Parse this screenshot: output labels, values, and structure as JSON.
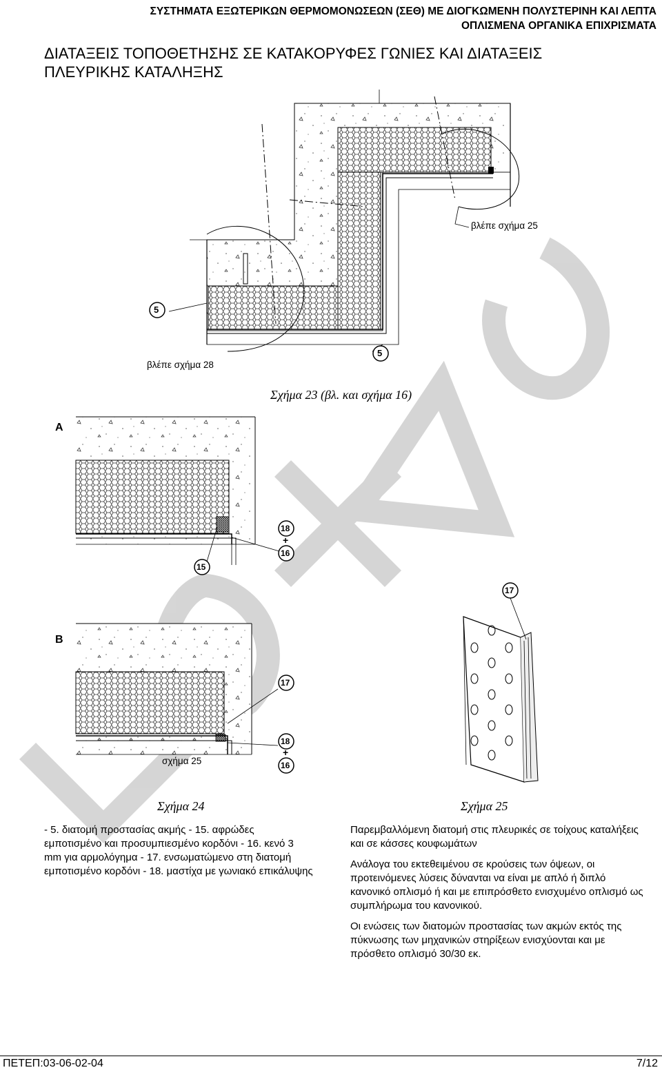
{
  "header": {
    "line1": "ΣΥΣΤΗΜΑΤΑ ΕΞΩΤΕΡΙΚΩΝ ΘΕΡΜΟΜΟΝΩΣΕΩΝ (ΣΕΘ) ΜΕ ΔΙΟΓΚΩΜΕΝΗ ΠΟΛΥΣΤΕΡΙΝΗ ΚΑΙ ΛΕΠΤΑ",
    "line2": "ΟΠΛΙΣΜΕΝΑ ΟΡΓΑΝΙΚΑ ΕΠΙΧΡΙΣΜΑΤΑ"
  },
  "title": {
    "line1": "ΔΙΑΤΑΞΕΙΣ ΤΟΠΟΘΕΤΗΣΗΣ ΣΕ ΚΑΤΑΚΟΡΥΦΕΣ ΓΩΝΙΕΣ ΚΑΙ ΔΙΑΤΑΞΕΙΣ",
    "line2": "ΠΛΕΥΡΙΚΗΣ ΚΑΤΑΛΗΞΗΣ"
  },
  "figure23": {
    "caption": "Σχήμα 23 (βλ. και σχήμα 16)",
    "see25": "βλέπε σχήμα 25",
    "see28": "βλέπε σχήμα 28",
    "marker5": "5"
  },
  "figure24": {
    "labelA": "A",
    "labelB": "B",
    "m18": "18",
    "plus": "+",
    "m16": "16",
    "m15": "15",
    "m17": "17",
    "see25short": "σχήμα 25",
    "caption": "Σχήμα 24"
  },
  "figure25": {
    "m17": "17",
    "caption": "Σχήμα 25"
  },
  "legend": {
    "text": "- 5. διατομή προστασίας ακμής - 15. αφρώδες εμποτισμένο και προσυμπιεσμένο κορδόνι - 16. κενό 3 mm για αρμολόγημα - 17. ενσωματώμενο στη διατομή εμποτισμένο κορδόνι - 18. μαστίχα με γωνιακό επικάλυψης"
  },
  "right_text": {
    "p1": "Παρεμβαλλόμενη διατομή στις πλευρικές σε τοίχους καταλήξεις και σε κάσσες κουφωμάτων",
    "p2": "Ανάλογα του εκτεθειμένου σε κρούσεις των όψεων, οι προτεινόμενες λύσεις δύνανται να είναι με απλό ή διπλό κανονικό οπλισμό ή και με επιπρόσθετο ενισχυμένο οπλισμό ως συμπλήρωμα του κανονικού.",
    "p3": "Οι ενώσεις των διατομών προστασίας των ακμών εκτός της πύκνωσης των μηχανικών στηρίξεων ενισχύονται και με πρόσθετο οπλισμό 30/30 εκ."
  },
  "watermark": "ΠΡΟΣΧΕΔΙΟ",
  "footer": {
    "code": "ΠΕΤΕΠ:03-06-02-04",
    "page": "7/12"
  }
}
